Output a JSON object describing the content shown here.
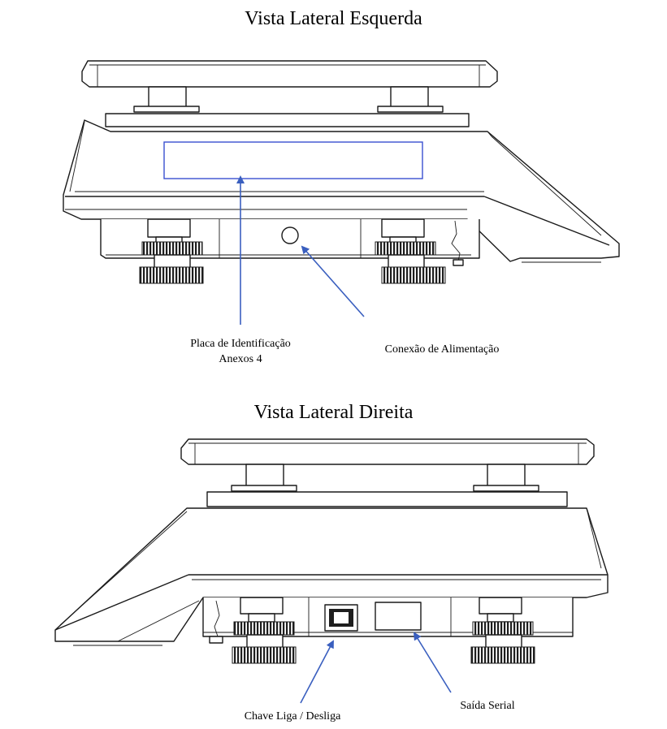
{
  "left_view": {
    "title": "Vista Lateral Esquerda",
    "callouts": {
      "id_plate": {
        "line1": "Placa de Identificação",
        "line2": "Anexos 4"
      },
      "power": "Conexão de Alimentação"
    }
  },
  "right_view": {
    "title": "Vista Lateral Direita",
    "callouts": {
      "switch": "Chave Liga / Desliga",
      "serial": "Saída Serial"
    }
  },
  "colors": {
    "line": "#1a1a1a",
    "arrow": "#3a5fbf",
    "highlight": "#3a4fd0"
  }
}
